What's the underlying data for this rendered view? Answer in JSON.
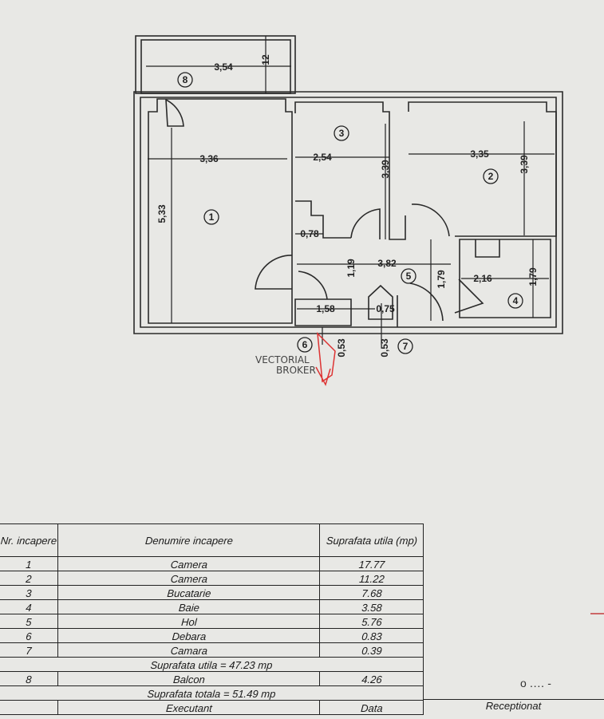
{
  "plan": {
    "rooms": {
      "r1": "1",
      "r2": "2",
      "r3": "3",
      "r4": "4",
      "r5": "5",
      "r6": "6",
      "r7": "7",
      "r8": "8"
    },
    "dims": {
      "balcony_w": "3,54",
      "balcony_h": "12",
      "room1_w": "3,36",
      "room1_h": "5,33",
      "room3_w": "2,54",
      "room3_h": "3,39",
      "room2_w": "3,35",
      "room2_h": "3,39",
      "step_w": "0,78",
      "hall_w": "3,82",
      "hall_h": "1,19",
      "hall_h2": "1,79",
      "bath_w": "2,16",
      "bath_h": "1,79",
      "debara_w": "1,58",
      "camara_w": "0,75",
      "debara_h": "0,53",
      "camara_h": "0,53"
    },
    "watermark": {
      "line1": "VECTORIAL",
      "line2": "BROKER"
    }
  },
  "table": {
    "headers": {
      "nr": "Nr. incapere",
      "name": "Denumire incapere",
      "area": "Suprafata utila (mp)"
    },
    "rows": [
      {
        "nr": "1",
        "name": "Camera",
        "area": "17.77"
      },
      {
        "nr": "2",
        "name": "Camera",
        "area": "11.22"
      },
      {
        "nr": "3",
        "name": "Bucatarie",
        "area": "7.68"
      },
      {
        "nr": "4",
        "name": "Baie",
        "area": "3.58"
      },
      {
        "nr": "5",
        "name": "Hol",
        "area": "5.76"
      },
      {
        "nr": "6",
        "name": "Debara",
        "area": "0.83"
      },
      {
        "nr": "7",
        "name": "Camara",
        "area": "0.39"
      }
    ],
    "useful_total": "Suprafata utila  = 47.23 mp",
    "balcony": {
      "nr": "8",
      "name": "Balcon",
      "area": "4.26"
    },
    "grand_total": "Suprafata totala  = 51.49 mp",
    "footer": {
      "executant": "Executant",
      "data": "Data",
      "receptionat": "Receptionat"
    }
  }
}
